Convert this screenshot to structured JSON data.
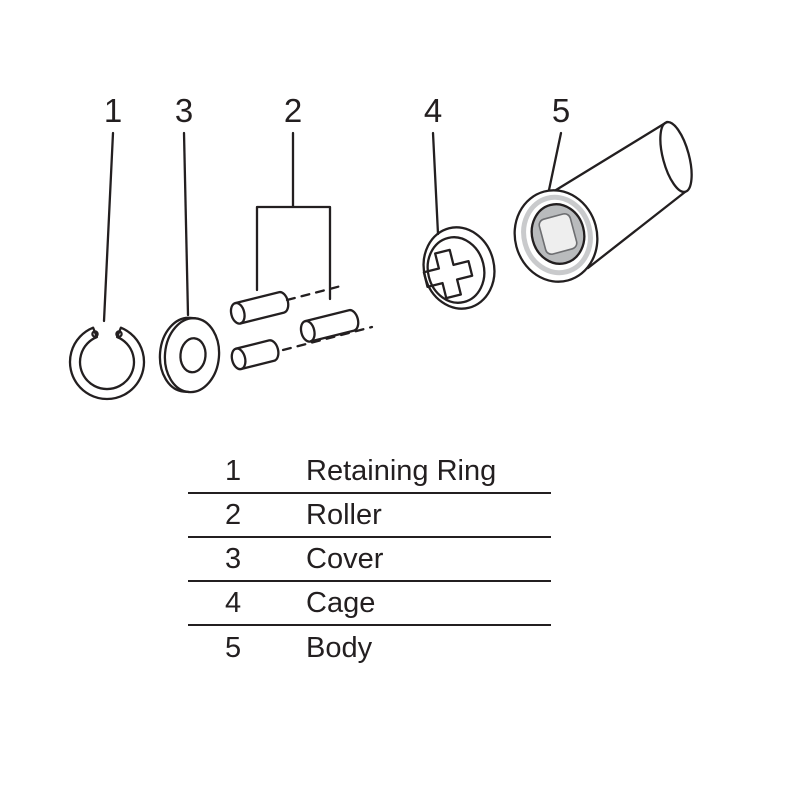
{
  "figure": {
    "callouts": [
      {
        "number": "1"
      },
      {
        "number": "3"
      },
      {
        "number": "2"
      },
      {
        "number": "4"
      },
      {
        "number": "5"
      }
    ]
  },
  "parts_table": {
    "rows": [
      {
        "number": "1",
        "name": "Retaining Ring"
      },
      {
        "number": "2",
        "name": "Roller"
      },
      {
        "number": "3",
        "name": "Cover"
      },
      {
        "number": "4",
        "name": "Cage"
      },
      {
        "number": "5",
        "name": "Body"
      }
    ]
  },
  "colors": {
    "line": "#231f20",
    "background": "#ffffff",
    "bore_shade": "#b9bbbd"
  }
}
